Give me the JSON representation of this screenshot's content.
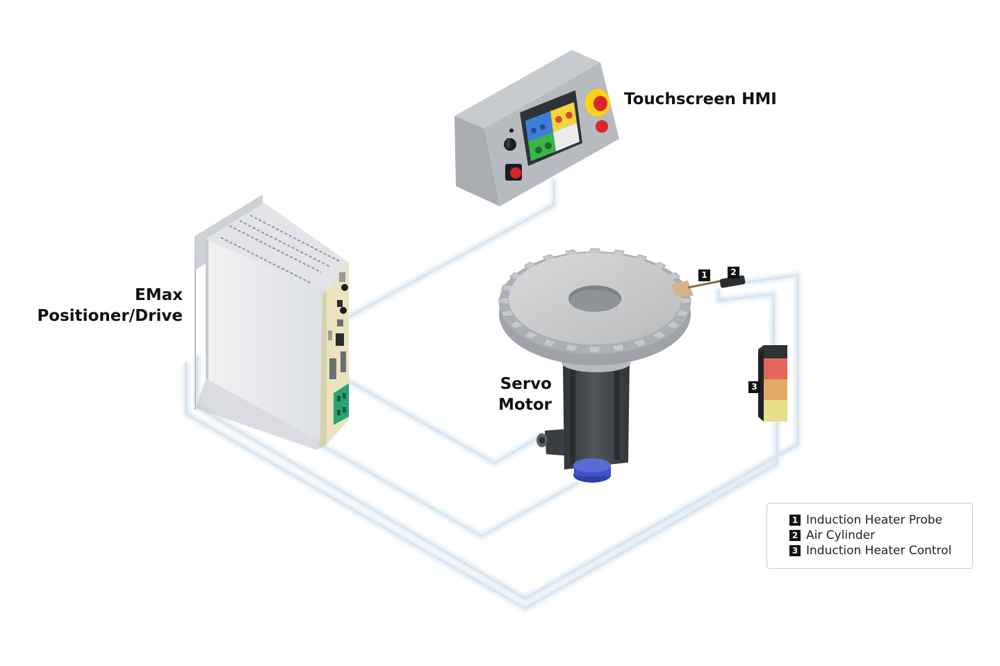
{
  "labels": {
    "hmi": "Touchscreen HMI",
    "drive_line1": "EMax",
    "drive_line2": "Positioner/Drive",
    "servo_line1": "Servo",
    "servo_line2": "Motor"
  },
  "badges": [
    "1",
    "2",
    "3"
  ],
  "legend": {
    "items": [
      {
        "num": "1",
        "text": "Induction Heater Probe"
      },
      {
        "num": "2",
        "text": "Air Cylinder"
      },
      {
        "num": "3",
        "text": "Induction Heater Control"
      }
    ]
  },
  "colors": {
    "cable": "#d4dfe8",
    "drive_body": "#e9ebee",
    "hmi_body": "#b9bcc0",
    "gear": "#c8cacc",
    "motor": "#43484e",
    "motor_encoder": "#3f51c7",
    "estop_yellow": "#ffd11a",
    "estop_red": "#d9262d",
    "indicator_red": "#e4655b",
    "indicator_orange": "#e3a766",
    "indicator_yellow": "#e6e08a",
    "terminal_green": "#2aa572"
  }
}
